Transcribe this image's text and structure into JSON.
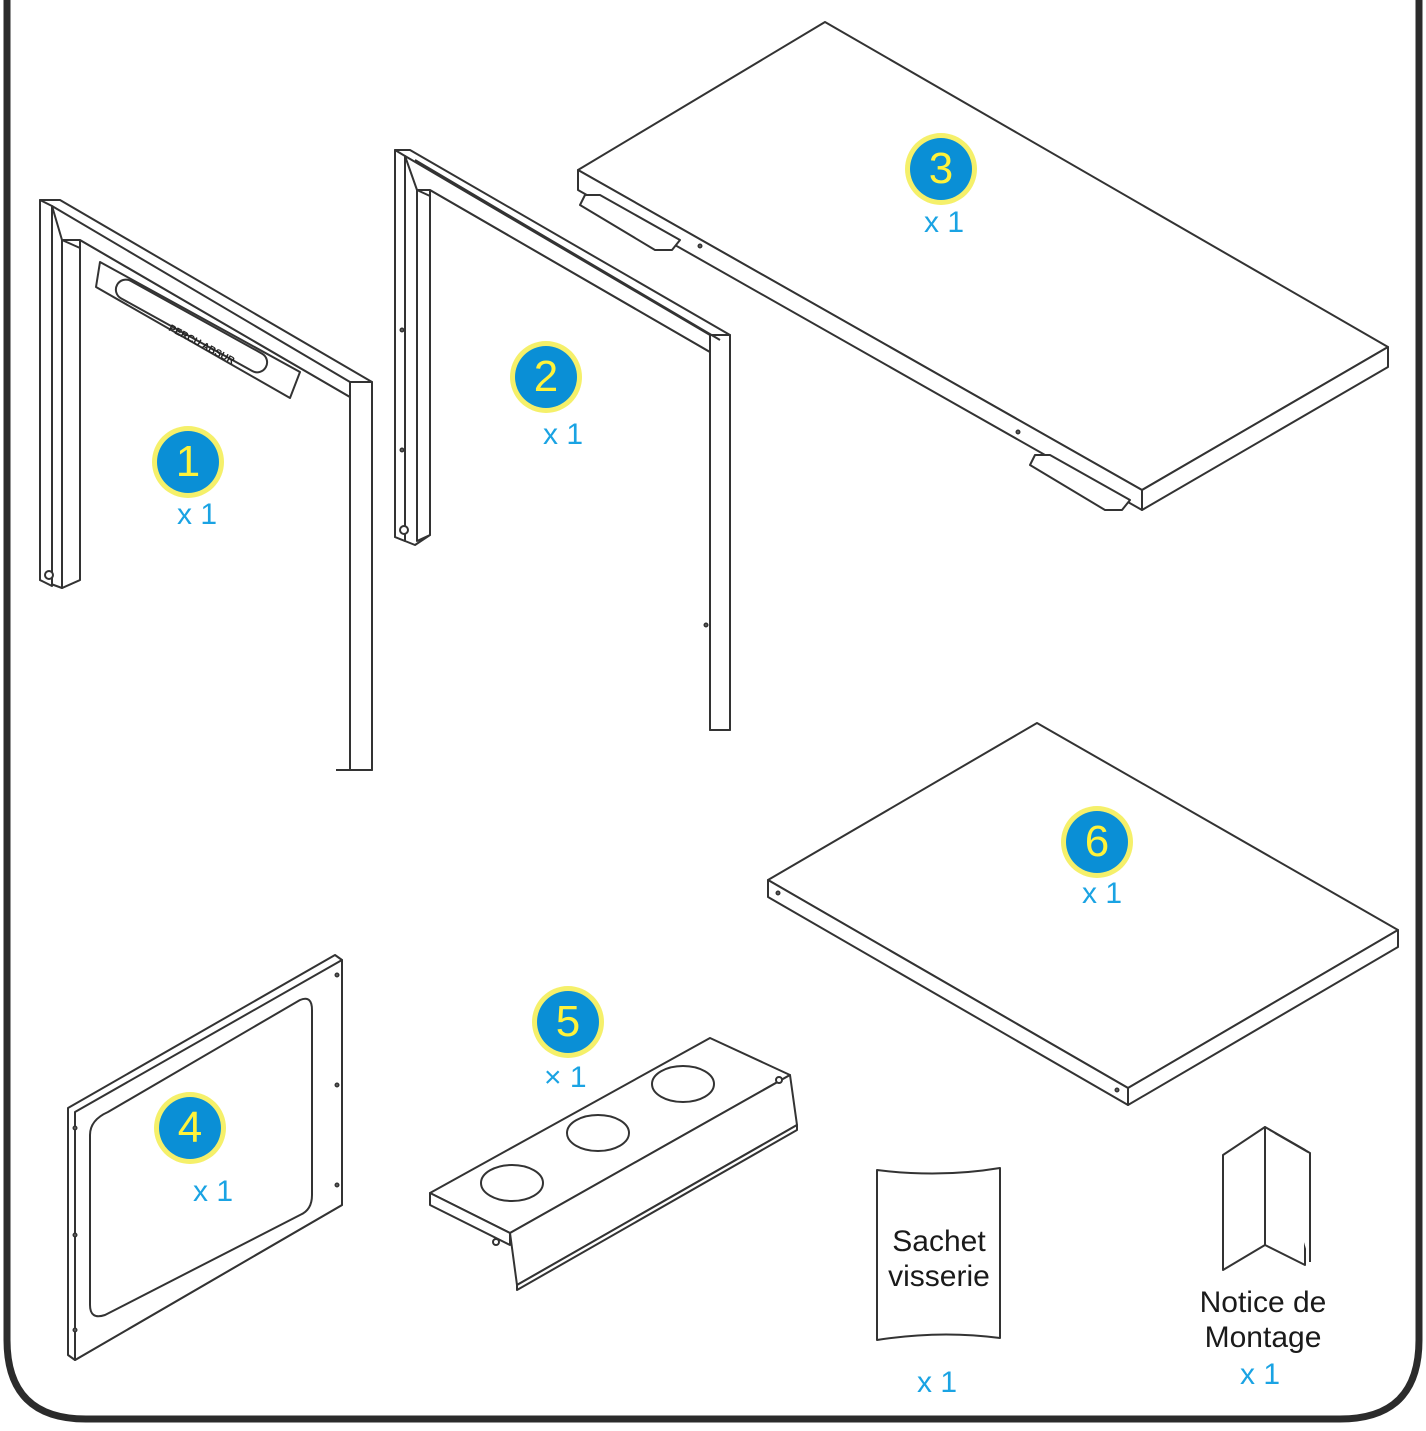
{
  "parts": [
    {
      "number": "1",
      "quantity": "x 1"
    },
    {
      "number": "2",
      "quantity": "x 1"
    },
    {
      "number": "3",
      "quantity": "x 1"
    },
    {
      "number": "4",
      "quantity": "x 1"
    },
    {
      "number": "5",
      "quantity": "× 1"
    },
    {
      "number": "6",
      "quantity": "x 1"
    }
  ],
  "hardware_bag": {
    "line1": "Sachet",
    "line2": "visserie",
    "quantity": "x 1"
  },
  "assembly_manual": {
    "line1": "Notice de",
    "line2": "Montage",
    "quantity": "x 1"
  },
  "frame_engraving": "PERCU ABSUR",
  "colors": {
    "badge_fill": "#0a8fd6",
    "badge_halo": "#f5f06a",
    "badge_number": "#fff23a",
    "quantity_text": "#1aa3e3",
    "frame_border": "#2b2b2b",
    "line_art": "#333333"
  }
}
